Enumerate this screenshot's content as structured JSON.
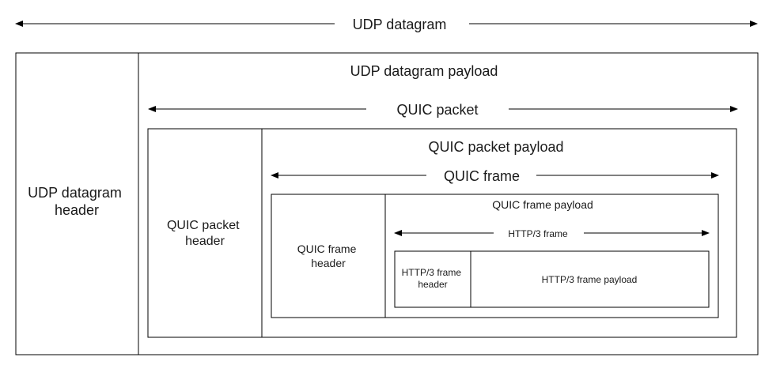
{
  "diagram": {
    "udp_datagram": "UDP datagram",
    "udp_header_line1": "UDP datagram",
    "udp_header_line2": "header",
    "udp_payload": "UDP datagram payload",
    "quic_packet": "QUIC packet",
    "quic_packet_header_line1": "QUIC packet",
    "quic_packet_header_line2": "header",
    "quic_packet_payload": "QUIC packet payload",
    "quic_frame": "QUIC frame",
    "quic_frame_header_line1": "QUIC frame",
    "quic_frame_header_line2": "header",
    "quic_frame_payload": "QUIC frame payload",
    "http3_frame": "HTTP/3 frame",
    "http3_frame_header_line1": "HTTP/3 frame",
    "http3_frame_header_line2": "header",
    "http3_frame_payload": "HTTP/3 frame payload"
  }
}
